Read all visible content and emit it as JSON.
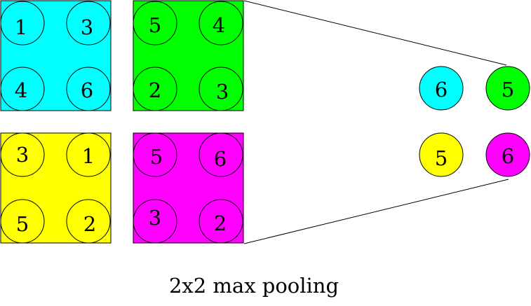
{
  "caption": "2x2 max pooling",
  "colors": {
    "cyan": "#00ffff",
    "green": "#00ff00",
    "yellow": "#ffff00",
    "magenta": "#ff00ff",
    "outline": "#000000"
  },
  "input_blocks": [
    {
      "id": "cyan",
      "color": "cyan",
      "values": [
        "1",
        "3",
        "4",
        "6"
      ]
    },
    {
      "id": "green",
      "color": "green",
      "values": [
        "5",
        "4",
        "2",
        "3"
      ]
    },
    {
      "id": "yellow",
      "color": "yellow",
      "values": [
        "3",
        "1",
        "5",
        "2"
      ]
    },
    {
      "id": "magenta",
      "color": "magenta",
      "values": [
        "5",
        "6",
        "3",
        "2"
      ]
    }
  ],
  "output": [
    {
      "id": "cyan",
      "color": "cyan",
      "value": "6"
    },
    {
      "id": "green",
      "color": "green",
      "value": "5"
    },
    {
      "id": "yellow",
      "color": "yellow",
      "value": "5"
    },
    {
      "id": "magenta",
      "color": "magenta",
      "value": "6"
    }
  ]
}
